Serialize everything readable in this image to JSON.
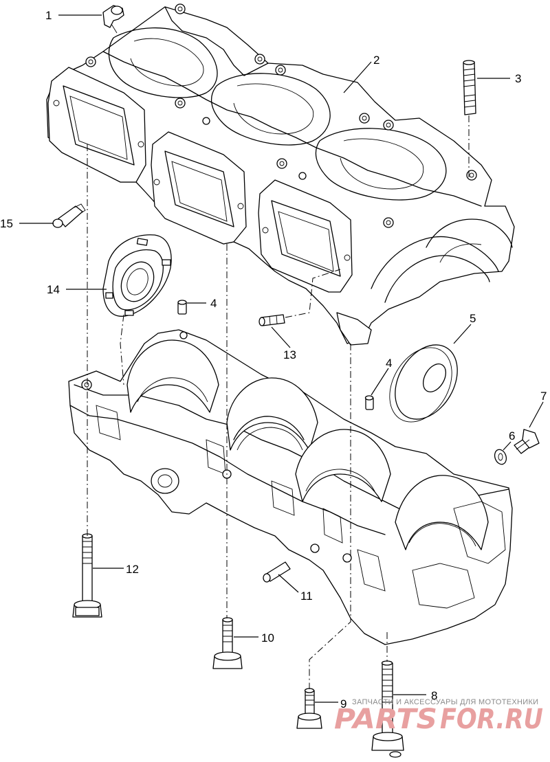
{
  "callouts": [
    {
      "id": "c1",
      "label": "1"
    },
    {
      "id": "c2",
      "label": "2"
    },
    {
      "id": "c3",
      "label": "3"
    },
    {
      "id": "c4a",
      "label": "4"
    },
    {
      "id": "c4b",
      "label": "4"
    },
    {
      "id": "c5",
      "label": "5"
    },
    {
      "id": "c6",
      "label": "6"
    },
    {
      "id": "c7",
      "label": "7"
    },
    {
      "id": "c8",
      "label": "8"
    },
    {
      "id": "c9",
      "label": "9"
    },
    {
      "id": "c10",
      "label": "10"
    },
    {
      "id": "c11",
      "label": "11"
    },
    {
      "id": "c12",
      "label": "12"
    },
    {
      "id": "c13",
      "label": "13"
    },
    {
      "id": "c14",
      "label": "14"
    },
    {
      "id": "c15",
      "label": "15"
    }
  ],
  "watermark": {
    "tagline": "ЗАПЧАСТИ И АКСЕССУАРЫ ДЛЯ МОТОТЕХНИКИ",
    "brand_left": "PARTS",
    "brand_right": "FOR.RU",
    "brand_color": "#e8a0a0"
  }
}
